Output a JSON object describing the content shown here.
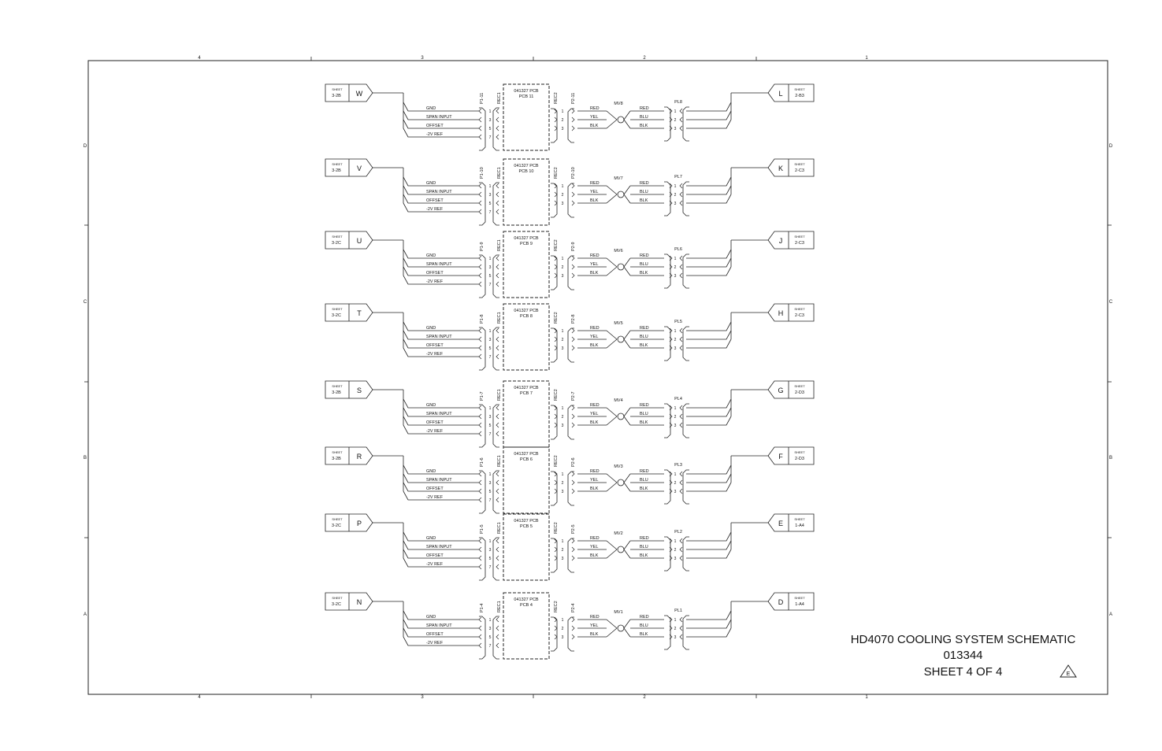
{
  "title_block": {
    "title": "HD4070 COOLING SYSTEM SCHEMATIC",
    "drawing_number": "013344",
    "sheet": "SHEET 4 OF 4",
    "revision": "E"
  },
  "border": {
    "columns": [
      "4",
      "3",
      "2",
      "1"
    ],
    "rows": [
      "D",
      "C",
      "B",
      "A"
    ]
  },
  "labels": {
    "sheet": "SHEET",
    "pcb_part": "041327 PCB",
    "rec1": "REC1",
    "rec2": "REC2",
    "input_signals": [
      "GND",
      "SPAN INPUT",
      "OFFSET",
      "-2V REF"
    ],
    "input_pins": [
      "1",
      "3",
      "5",
      "7"
    ],
    "output_pins": [
      "1",
      "2",
      "3"
    ],
    "mv_colors_in": [
      "RED",
      "YEL",
      "BLK"
    ],
    "mv_colors_out": [
      "RED",
      "BLU",
      "BLK"
    ]
  },
  "channels": [
    {
      "left_ref": "3-2B",
      "left_tag": "W",
      "p1": "P1-11",
      "pcb": "PCB 11",
      "p2": "P2-11",
      "mv": "MV8",
      "pl": "PL8",
      "right_tag": "L",
      "right_ref": "2-B3"
    },
    {
      "left_ref": "3-2B",
      "left_tag": "V",
      "p1": "P1-10",
      "pcb": "PCB 10",
      "p2": "P2-10",
      "mv": "MV7",
      "pl": "PL7",
      "right_tag": "K",
      "right_ref": "2-C3"
    },
    {
      "left_ref": "3-2C",
      "left_tag": "U",
      "p1": "P1-9",
      "pcb": "PCB 9",
      "p2": "P2-9",
      "mv": "MV6",
      "pl": "PL6",
      "right_tag": "J",
      "right_ref": "2-C3"
    },
    {
      "left_ref": "3-2C",
      "left_tag": "T",
      "p1": "P1-8",
      "pcb": "PCB 8",
      "p2": "P2-8",
      "mv": "MV5",
      "pl": "PL5",
      "right_tag": "H",
      "right_ref": "2-C3"
    },
    {
      "left_ref": "3-2B",
      "left_tag": "S",
      "p1": "P1-7",
      "pcb": "PCB 7",
      "p2": "P2-7",
      "mv": "MV4",
      "pl": "PL4",
      "right_tag": "G",
      "right_ref": "2-D3"
    },
    {
      "left_ref": "3-2B",
      "left_tag": "R",
      "p1": "P1-6",
      "pcb": "PCB 6",
      "p2": "P2-6",
      "mv": "MV3",
      "pl": "PL3",
      "right_tag": "F",
      "right_ref": "2-D3"
    },
    {
      "left_ref": "3-2C",
      "left_tag": "P",
      "p1": "P1-5",
      "pcb": "PCB 5",
      "p2": "P2-5",
      "mv": "MV2",
      "pl": "PL2",
      "right_tag": "E",
      "right_ref": "1-A4"
    },
    {
      "left_ref": "3-2C",
      "left_tag": "N",
      "p1": "P1-4",
      "pcb": "PCB 4",
      "p2": "P2-4",
      "mv": "MV1",
      "pl": "PL1",
      "right_tag": "D",
      "right_ref": "1-A4"
    }
  ]
}
